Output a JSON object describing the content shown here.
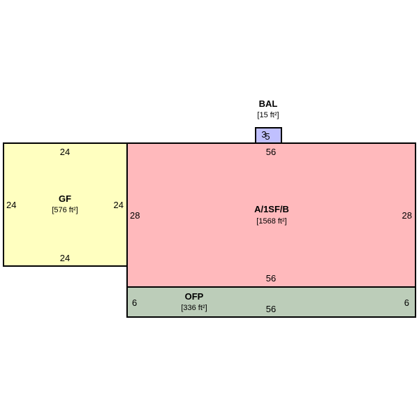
{
  "rooms": {
    "gf": {
      "name": "GF",
      "area": "[576 ft²]",
      "fill": "#ffffc0",
      "dims": {
        "top": "24",
        "bottom": "24",
        "left": "24",
        "right": "24"
      }
    },
    "a1sfb": {
      "name": "A/1SF/B",
      "area": "[1568 ft²]",
      "fill": "#ffb9bc",
      "dims": {
        "top": "56",
        "bottom": "56",
        "left": "28",
        "right": "28"
      }
    },
    "ofp": {
      "name": "OFP",
      "area": "[336 ft²]",
      "fill": "#bccdb9",
      "dims": {
        "bottom": "56",
        "left": "6",
        "right": "6"
      }
    },
    "bal": {
      "name": "BAL",
      "area": "[15 ft²]",
      "fill": "#c0c0ff",
      "dims": {
        "width": "3",
        "depth": "5"
      }
    }
  },
  "colors": {
    "outline": "#000000"
  }
}
